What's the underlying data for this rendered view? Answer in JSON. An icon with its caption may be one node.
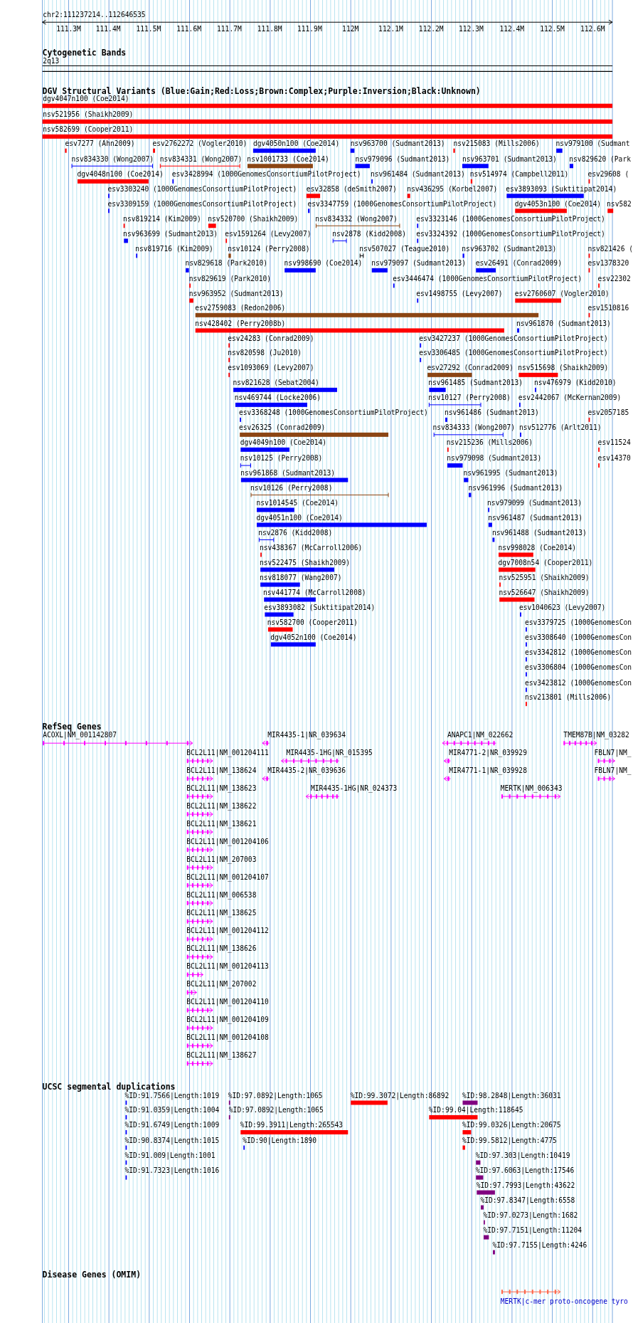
{
  "diagram": {
    "labels": [
      "chr2:111237214..112646535",
      "111.3M",
      "111.4M",
      "111.5M",
      "111.6M",
      "111.7M",
      "111.8M",
      "111.9M",
      "112M",
      "112.1M",
      "112.2M",
      "112.3M",
      "112.4M",
      "112.5M",
      "112.6M",
      "Cytogenetic Bands",
      "2q13",
      "DGV Structural Variants (Blue:Gain;Red:Loss;Brown:Complex;Purple:Inversion;Black:Unknown)",
      "dgv4047n100 (Coe2014)",
      "nsv521956 (Shaikh2009)",
      "nsv582699 (Cooper2011)",
      "esv7277 (Ahn2009)",
      "esv2762272 (Vogler2010)",
      "dgv4050n100 (Coe2014)",
      "nsv963700 (Sudmant2013)",
      "nsv215083 (Mills2006)",
      "nsv979100 (Sudmant",
      "nsv834330 (Wong2007)",
      "nsv834331 (Wong2007)",
      "nsv1001733 (Coe2014)",
      "nsv979096 (Sudmant2013)",
      "nsv963701 (Sudmant2013)",
      "nsv829620 (Park",
      "dgv4048n100 (Coe2014)",
      "esv3428994 (1000GenomesConsortiumPilotProject)",
      "nsv961484 (Sudmant2013)",
      "nsv514974 (Campbell2011)",
      "esv29608 (",
      "esv3303240 (1000GenomesConsortiumPilotProject)",
      "esv32858 (deSmith2007)",
      "nsv436295 (Korbel2007)",
      "esv3893093 (Suktitipat2014)",
      "esv3309159 (1000GenomesConsortiumPilotProject)",
      "esv3347759 (1000GenomesConsortiumPilotProject)",
      "dgv4053n100 (Coe2014)",
      "nsv582",
      "nsv819214 (Kim2009)",
      "nsv520700 (Shaikh2009)",
      "nsv834332 (Wong2007)",
      "esv3323146 (1000GenomesConsortiumPilotProject)",
      "nsv963699 (Sudmant2013)",
      "esv1591264 (Levy2007)",
      "nsv2878 (Kidd2008)",
      "esv3324392 (1000GenomesConsortiumPilotProject)",
      "nsv819716 (Kim2009)",
      "nsv10124 (Perry2008)",
      "nsv507027 (Teague2010)",
      "nsv963702 (Sudmant2013)",
      "nsv821426 (",
      "nsv829618 (Park2010)",
      "nsv998690 (Coe2014)",
      "nsv979097 (Sudmant2013)",
      "esv26491 (Conrad2009)",
      "esv1378320",
      "nsv829619 (Park2010)",
      "esv3446474 (1000GenomesConsortiumPilotProject)",
      "esv22302",
      "nsv963952 (Sudmant2013)",
      "esv1498755 (Levy2007)",
      "esv2760607 (Vogler2010)",
      "esv2759083 (Redon2006)",
      "esv1510816",
      "nsv428402 (Perry2008b)",
      "nsv961870 (Sudmant2013)",
      "esv24283 (Conrad2009)",
      "esv3427237 (1000GenomesConsortiumPilotProject)",
      "nsv820598 (Ju2010)",
      "esv3306485 (1000GenomesConsortiumPilotProject)",
      "esv1093069 (Levy2007)",
      "esv27292 (Conrad2009)",
      "nsv515698 (Shaikh2009)",
      "nsv821628 (Sebat2004)",
      "nsv961485 (Sudmant2013)",
      "nsv476979 (Kidd2010)",
      "nsv469744 (Locke2006)",
      "nsv10127 (Perry2008)",
      "esv2442067 (McKernan2009)",
      "esv3368248 (1000GenomesConsortiumPilotProject)",
      "nsv961486 (Sudmant2013)",
      "esv2057185",
      "esv26325 (Conrad2009)",
      "nsv834333 (Wong2007)",
      "nsv512776 (Arlt2011)",
      "dgv4049n100 (Coe2014)",
      "nsv215236 (Mills2006)",
      "esv11524",
      "nsv10125 (Perry2008)",
      "nsv979098 (Sudmant2013)",
      "esv14370",
      "nsv961868 (Sudmant2013)",
      "nsv961995 (Sudmant2013)",
      "nsv10126 (Perry2008)",
      "nsv961996 (Sudmant2013)",
      "nsv1014545 (Coe2014)",
      "nsv979099 (Sudmant2013)",
      "dgv4051n100 (Coe2014)",
      "nsv961487 (Sudmant2013)",
      "nsv2876 (Kidd2008)",
      "nsv961488 (Sudmant2013)",
      "nsv438367 (McCarroll2006)",
      "nsv998028 (Coe2014)",
      "nsv522475 (Shaikh2009)",
      "dgv7008n54 (Cooper2011)",
      "nsv818077 (Wang2007)",
      "nsv525951 (Shaikh2009)",
      "nsv441774 (McCarroll2008)",
      "nsv526647 (Shaikh2009)",
      "esv3893082 (Suktitipat2014)",
      "esv1040623 (Levy2007)",
      "nsv582700 (Cooper2011)",
      "esv3379725 (1000GenomesCon",
      "dgv4052n100 (Coe2014)",
      "esv3308640 (1000GenomesCon",
      "esv3342812 (1000GenomesCon",
      "esv3306804 (1000GenomesCon",
      "esv3423812 (1000GenomesCon",
      "nsv213801 (Mills2006)",
      "RefSeq Genes",
      "ACOXL|NM_001142807",
      "MIR4435-1|NR_039634",
      "ANAPC1|NM_022662",
      "TMEM87B|NM_03282",
      "BCL2L11|NM_001204111",
      "MIR4435-1HG|NR_015395",
      "MIR4771-2|NR_039929",
      "FBLN7|NM_",
      "BCL2L11|NM_138624",
      "MIR4435-2|NR_039636",
      "MIR4771-1|NR_039928",
      "FBLN7|NM_",
      "BCL2L11|NM_138623",
      "MIR4435-1HG|NR_024373",
      "MERTK|NM_006343",
      "BCL2L11|NM_138622",
      "BCL2L11|NM_138621",
      "BCL2L11|NM_001204106",
      "BCL2L11|NM_207003",
      "BCL2L11|NM_001204107",
      "BCL2L11|NM_006538",
      "BCL2L11|NM_138625",
      "BCL2L11|NM_001204112",
      "BCL2L11|NM_138626",
      "BCL2L11|NM_001204113",
      "BCL2L11|NM_207002",
      "BCL2L11|NM_001204110",
      "BCL2L11|NM_001204109",
      "BCL2L11|NM_001204108",
      "BCL2L11|NM_138627",
      "UCSC segmental duplications",
      "%ID:91.7566|Length:1019",
      "%ID:97.0892|Length:1065",
      "%ID:99.3072|Length:86892",
      "%ID:98.2848|Length:36031",
      "%ID:91.0359|Length:1004",
      "%ID:97.0892|Length:1065",
      "%ID:99.04|Length:118645",
      "%ID:91.6749|Length:1009",
      "%ID:99.3911|Length:265543",
      "%ID:99.0326|Length:20675",
      "%ID:90.8374|Length:1015",
      "%ID:90|Length:1890",
      "%ID:99.5812|Length:4775",
      "%ID:91.009|Length:1001",
      "%ID:97.303|Length:10419",
      "%ID:91.7323|Length:1016",
      "%ID:97.6063|Length:17546",
      "%ID:97.7993|Length:43622",
      "%ID:97.8347|Length:6558",
      "%ID:97.0273|Length:1682",
      "%ID:97.7151|Length:11204",
      "%ID:97.7155|Length:4246",
      "Disease Genes (OMIM)",
      "MERTK|c-mer proto-oncogene tyro"
    ]
  }
}
